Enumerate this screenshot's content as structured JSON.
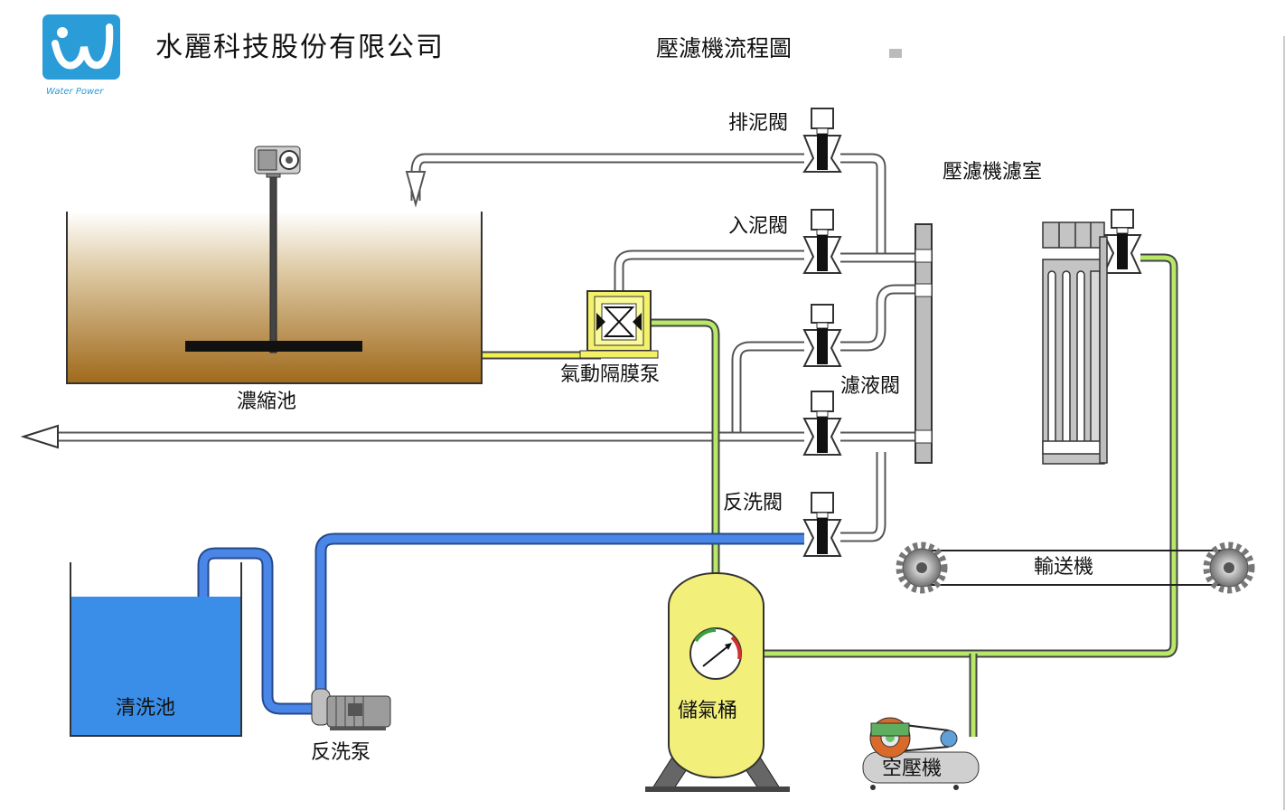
{
  "header": {
    "company": "水麗科技股份有限公司",
    "title": "壓濾機流程圖",
    "logo_caption": "Water Power"
  },
  "labels": {
    "thickener": "濃縮池",
    "diaphragm_pump": "氣動隔膜泵",
    "sludge_discharge_valve": "排泥閥",
    "sludge_inlet_valve": "入泥閥",
    "filtrate_valve": "濾液閥",
    "backwash_valve": "反洗閥",
    "filter_chamber": "壓濾機濾室",
    "conveyor": "輸送機",
    "wash_tank": "清洗池",
    "backwash_pump": "反洗泵",
    "air_receiver": "儲氣桶",
    "air_compressor": "空壓機"
  },
  "colors": {
    "sludge_line": "#ffffff",
    "feed_line": "#f0f050",
    "air_line": "#b8e868",
    "water_line": "#4a86e8",
    "water": "#3b8ee8",
    "tank_yellow": "#f2f07a",
    "brand": "#2a9cd8"
  }
}
